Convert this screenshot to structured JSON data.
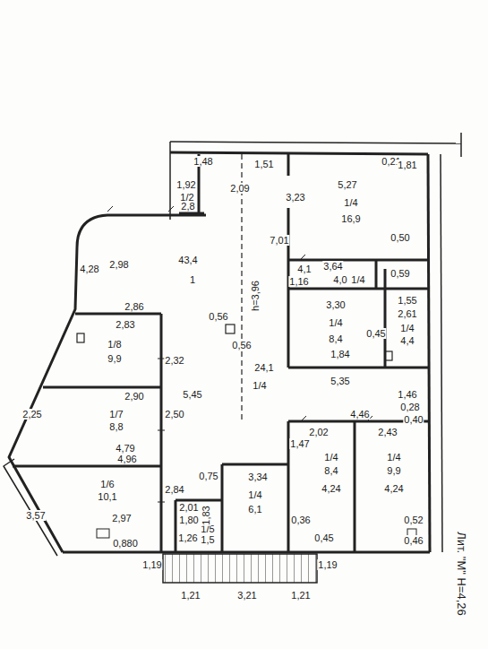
{
  "diagram": {
    "labels": [
      "1,48",
      "1,51",
      "0,21",
      "1,81",
      "5,27",
      "1/4",
      "16,9",
      "1,92",
      "1/2",
      "2,8",
      "2,09",
      "3,23",
      "7,01",
      "0,50",
      "0,59",
      "3,64",
      "1/4",
      "4,0",
      "4,1",
      "1,16",
      "1,55",
      "2,61",
      "1/4",
      "4,4",
      "3,30",
      "1/4",
      "8,4",
      "1,84",
      "0,45",
      "5,35",
      "4,28",
      "2,98",
      "1",
      "43,4",
      "h=3,96",
      "0,56",
      "0,56",
      "2,86",
      "2,83",
      "1/8",
      "9,9",
      "2,32",
      "1/4",
      "24,1",
      "2,90",
      "1/7",
      "8,8",
      "2,50",
      "5,45",
      "4,79",
      "2,25",
      "4,96",
      "1/6",
      "10,1",
      "2,84",
      "0,75",
      "2,97",
      "3,57",
      "0,880",
      "2,01",
      "1,80",
      "1,26",
      "1/5",
      "1,5",
      "1,83",
      "3,34",
      "1/4",
      "6,1",
      "0,36",
      "0,45",
      "1,47",
      "2,02",
      "4,46",
      "2,43",
      "1,46",
      "0,28",
      "0,40",
      "1/4",
      "8,4",
      "4,24",
      "1/4",
      "9,9",
      "4,24",
      "0,52",
      "0,46",
      "1,19",
      "1,19",
      "1,21",
      "3,21",
      "1,21",
      "Лит. \"М\" H=4,26"
    ]
  }
}
